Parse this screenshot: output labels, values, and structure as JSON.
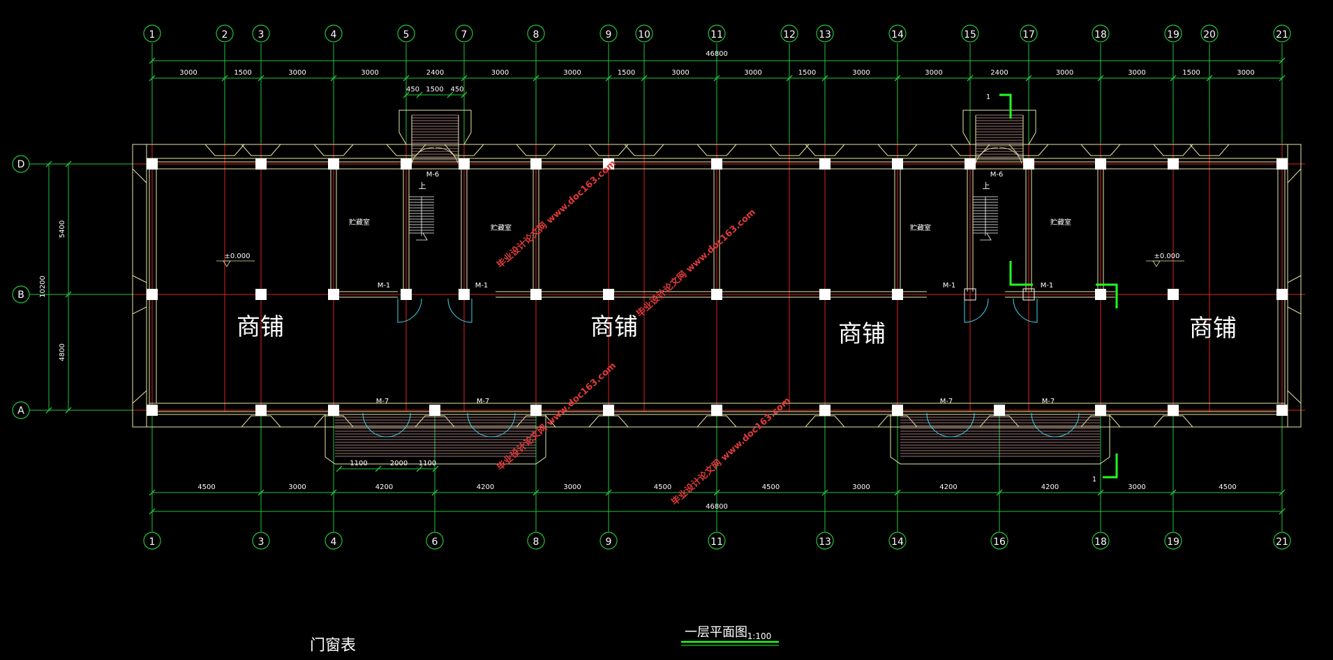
{
  "drawing": {
    "title": "一层平面图",
    "scale": "1:100",
    "door_window_table_title": "门窗表",
    "watermark": "毕业设计论文网 www.doc163.com"
  },
  "colors": {
    "background": "#000000",
    "axis": "#22c63c",
    "red_axis": "#e02020",
    "wall": "#e8e8a8",
    "column": "#ffffff",
    "text": "#ffffff",
    "door": "#40d8f0",
    "section_mark": "#22ff22",
    "watermark": "#e03a3a"
  },
  "axes_top": [
    "1",
    "2",
    "3",
    "4",
    "5",
    "7",
    "8",
    "9",
    "10",
    "11",
    "12",
    "13",
    "14",
    "15",
    "17",
    "18",
    "19",
    "20",
    "21"
  ],
  "axes_bottom": [
    "1",
    "3",
    "4",
    "6",
    "8",
    "9",
    "11",
    "13",
    "14",
    "16",
    "18",
    "19",
    "21"
  ],
  "axes_left": [
    "D",
    "B",
    "A"
  ],
  "dims_top_total": "46800",
  "dims_top": [
    "3000",
    "1500",
    "3000",
    "3000",
    "2400",
    "3000",
    "3000",
    "1500",
    "3000",
    "3000",
    "1500",
    "3000",
    "3000",
    "2400",
    "3000",
    "3000",
    "1500",
    "3000"
  ],
  "dims_stair_top": [
    "450",
    "1500",
    "450"
  ],
  "dims_bottom": [
    "4500",
    "3000",
    "4200",
    "4200",
    "3000",
    "4500",
    "4500",
    "3000",
    "4200",
    "4200",
    "3000",
    "4500"
  ],
  "dims_bottom_total": "46800",
  "dims_stair_bottom": [
    "1100",
    "2000",
    "1100"
  ],
  "dims_left": [
    "5400",
    "4800"
  ],
  "dims_left_total": "10200",
  "rooms": [
    "商铺",
    "商铺",
    "商铺",
    "商铺"
  ],
  "storage_rooms": [
    "贮藏室",
    "贮藏室",
    "贮藏室",
    "贮藏室"
  ],
  "level_marks": [
    "±0.000",
    "±0.000"
  ],
  "door_tags": {
    "m1": "M-1",
    "m6": "M-6",
    "m7": "M-7"
  },
  "stair_up": "上",
  "section_mark": "1"
}
